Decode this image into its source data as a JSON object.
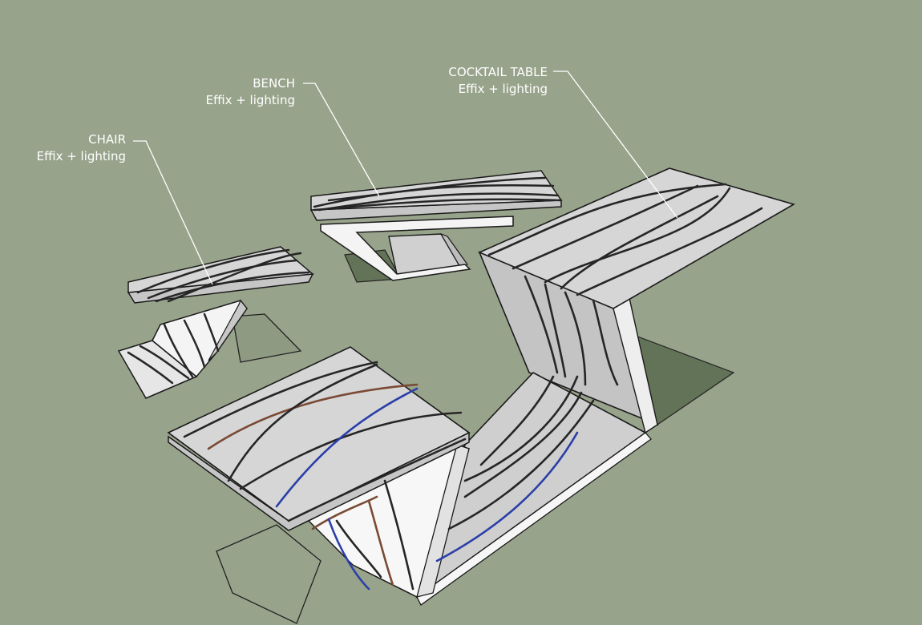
{
  "labels": {
    "chair": {
      "title": "CHAIR",
      "subtitle": "Effix + lighting"
    },
    "bench": {
      "title": "BENCH",
      "subtitle": "Effix + lighting"
    },
    "cocktail_table": {
      "title": "COCKTAIL TABLE",
      "subtitle": "Effix + lighting"
    }
  },
  "colors": {
    "background": "#98a38b",
    "shadow": "#637358",
    "surface_top": "#d4d4d4",
    "surface_side": "#c2c2c2",
    "surface_lit": "#ffffff",
    "edge": "#1a1a1a",
    "leader_line": "#ffffff",
    "strip_dark": "#2b2b2b",
    "strip_blue": "#2a3fa8",
    "strip_brown": "#7a4a34"
  }
}
